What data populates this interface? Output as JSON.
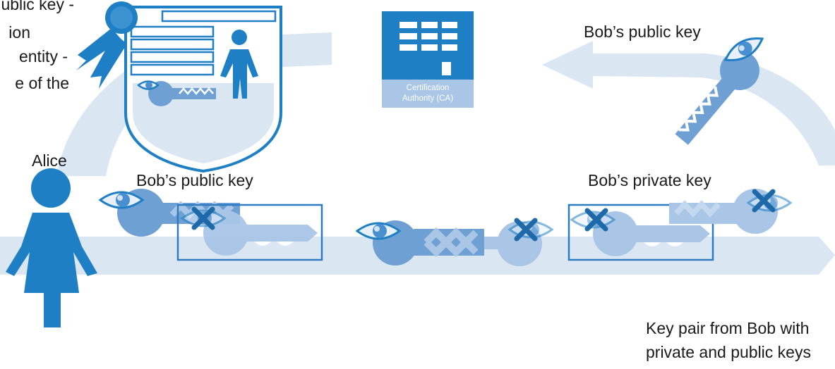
{
  "labels": {
    "cert_line1": "ublic key -",
    "cert_line2": "ion",
    "cert_line3": "entity -",
    "cert_line4": "e  of the",
    "alice": "Alice",
    "bob_public_key_top": "Bob’s public key",
    "bob_public_key_middle": "Bob’s public key",
    "bob_private_key": "Bob’s private key",
    "key_pair_line1": "Key pair from Bob with",
    "key_pair_line2": "private and public keys",
    "ca_line1": "Certification",
    "ca_line2": "Authority (CA)"
  },
  "colors": {
    "band": "#dbe6f3",
    "primary": "#1e7fc4",
    "mid": "#6fa0d4",
    "light": "#a9c6e7",
    "frame": "#2f7bbf",
    "cross": "#1e6aa8"
  },
  "icons": [
    "certificate-icon",
    "rosette-icon",
    "ca-building-icon",
    "alice-figure-icon",
    "eye-icon",
    "key-icon",
    "cross-icon"
  ]
}
